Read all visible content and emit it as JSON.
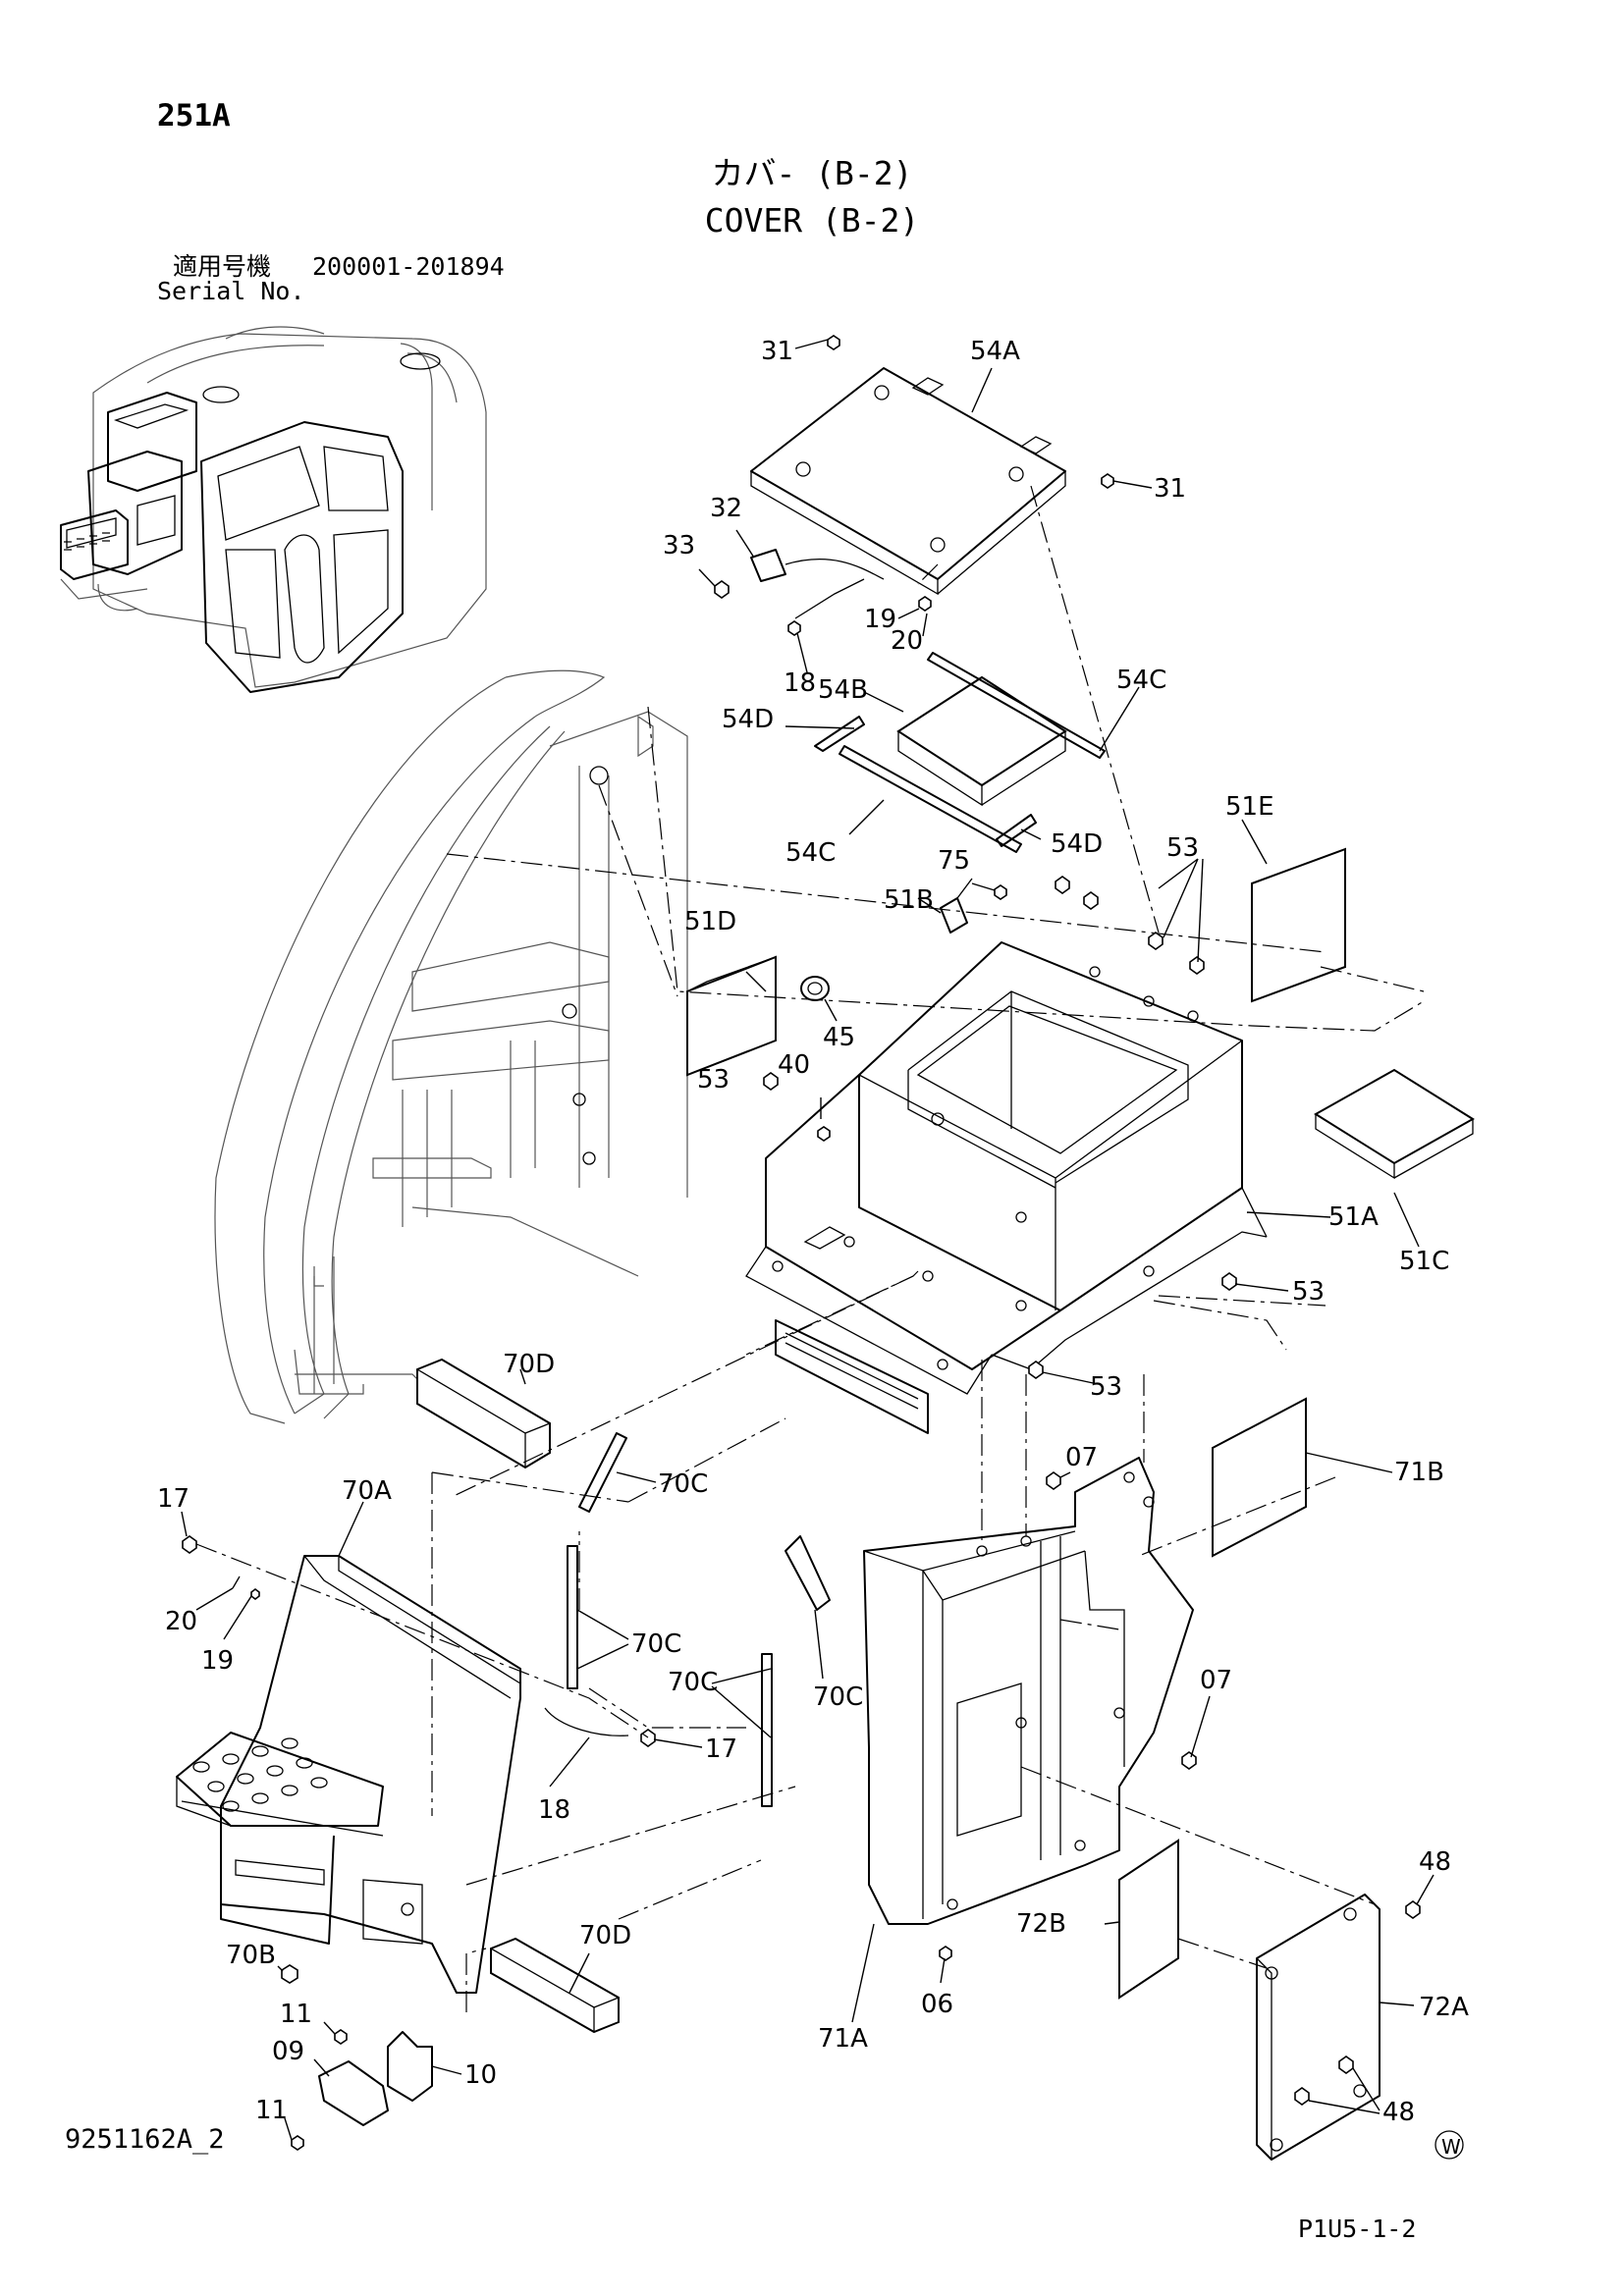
{
  "header": {
    "page_code": "251A",
    "title_jp": "カバ- (B-2)",
    "title_en": "COVER (B-2)",
    "serial_label_jp": "適用号機",
    "serial_label_en": "Serial No.",
    "serial_range": "200001-201894"
  },
  "footer": {
    "drawing_no": "9251162A_2",
    "page_ref": "P1U5-1-2",
    "mark": "W"
  },
  "callouts": [
    "31",
    "54A",
    "31",
    "32",
    "33",
    "19",
    "20",
    "18",
    "54B",
    "54C",
    "54D",
    "54C",
    "54D",
    "75",
    "53",
    "51E",
    "51B",
    "51D",
    "45",
    "40",
    "53",
    "51A",
    "51C",
    "53",
    "53",
    "70D",
    "17",
    "70A",
    "70C",
    "20",
    "19",
    "70C",
    "70C",
    "70C",
    "17",
    "18",
    "07",
    "71B",
    "07",
    "48",
    "70D",
    "72B",
    "06",
    "72A",
    "70B",
    "11",
    "09",
    "10",
    "11",
    "48",
    "71A"
  ]
}
